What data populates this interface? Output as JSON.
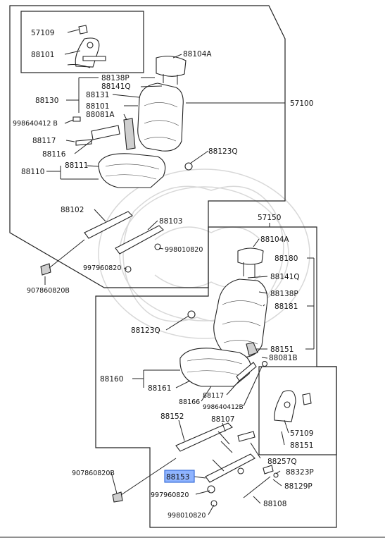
{
  "colors": {
    "line": "#222222",
    "highlight": "#8fb4ff",
    "highlight_border": "#3a6fd8",
    "watermark": "#d8d8d8"
  },
  "labels": {
    "l57109a": "57109",
    "l88101a": "88101",
    "l88104a_top": "88104A",
    "l88138p_top": "88138P",
    "l88141q_top": "88141Q",
    "l88130": "88130",
    "l88131": "88131",
    "l88101b": "88101",
    "l88081a": "88081A",
    "l57100": "57100",
    "l998640412b": "998640412 B",
    "l88117_top": "88117",
    "l88116": "88116",
    "l88123q_top": "88123Q",
    "l88110": "88110",
    "l88111": "88111",
    "l88102": "88102",
    "l88103": "88103",
    "l998010820_top": "998010820",
    "l997960820_top": "997960820",
    "l907860820b_top": "907860820B",
    "l57150": "57150",
    "l88104a_bot": "88104A",
    "l88180": "88180",
    "l88141q_bot": "88141Q",
    "l88138p_bot": "88138P",
    "l88181": "88181",
    "l88123q_bot": "88123Q",
    "l88151a": "88151",
    "l88081b": "88081B",
    "l88160": "88160",
    "l88161": "88161",
    "l88117_bot": "88117",
    "l88166": "88166",
    "l998640412b_bot": "998640412B",
    "l57109b": "57109",
    "l88151b": "88151",
    "l88152": "88152",
    "l88107": "88107",
    "l88257q": "88257Q",
    "l907860820b_bot": "907860820B",
    "l88153": "88153",
    "l88323p": "88323P",
    "l88129p": "88129P",
    "l997960820_bot": "997960820",
    "l998010820_bot": "998010820",
    "l88108": "88108"
  }
}
